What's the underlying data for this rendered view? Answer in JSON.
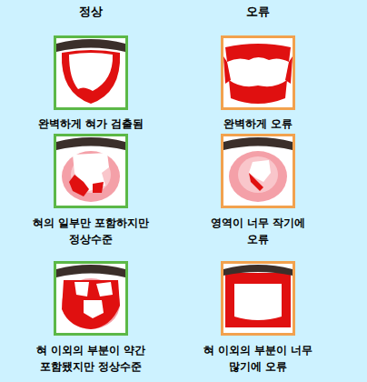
{
  "diagram": {
    "labels": [
      "정상",
      "오류",
      "완벽하게 혀가 검출됨",
      "완벽하게 오류",
      "혀의 일부만 포함하지만 정상수준",
      "영역이 너무 작기에 오류",
      "혀 이외의 부분이 약간 포함됐지만 정상수준",
      "혀 이외의 부분이 너무 많기에 오류"
    ]
  }
}
